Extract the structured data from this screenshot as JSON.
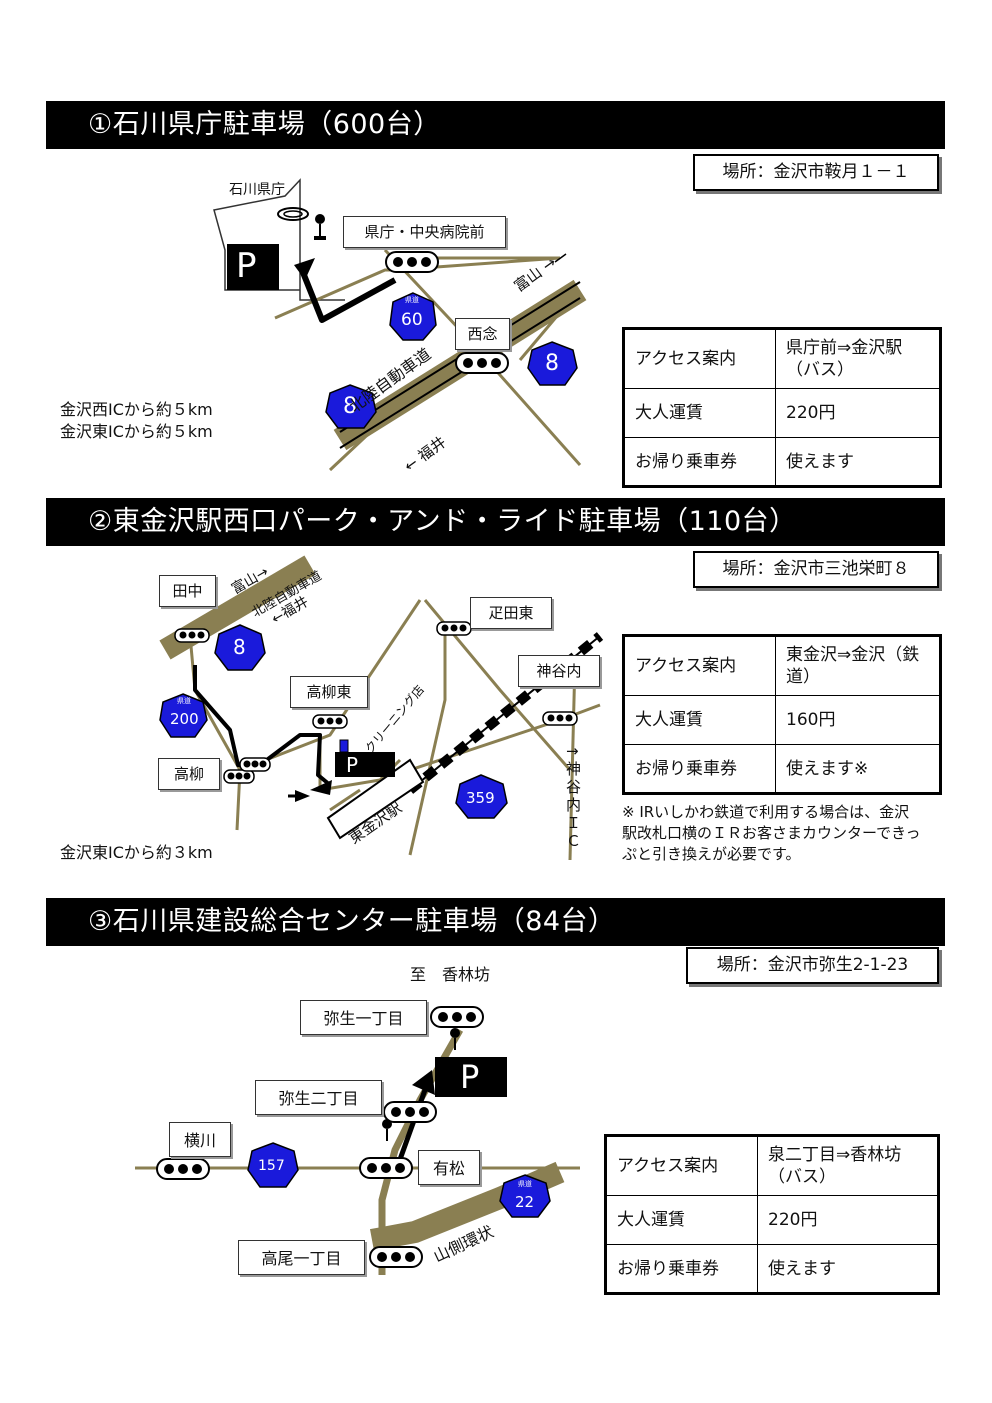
{
  "sections": [
    {
      "title": "①石川県庁駐車場（600台）",
      "address": "場所：金沢市鞍月１－１",
      "map_labels": {
        "building": "石川県庁",
        "signal_1": "県庁・中央病院前",
        "signal_2": "西念",
        "route_pref": "60",
        "route_pref_tag": "県道",
        "route_national": "8",
        "expressway": "北陸自動車道",
        "to_toyama": "富山 →",
        "to_fukui": "← 福井",
        "parking": "P"
      },
      "distance_lines": [
        "金沢西ICから約５km",
        "金沢東ICから約５km"
      ],
      "access": [
        {
          "key": "アクセス案内",
          "value": "県庁前⇒金沢駅（バス）"
        },
        {
          "key": "大人運賃",
          "value": "220円"
        },
        {
          "key": "お帰り乗車券",
          "value": "使えます"
        }
      ]
    },
    {
      "title": "②東金沢駅西口パーク・アンド・ライド駐車場（110台）",
      "address": "場所：金沢市三池栄町８",
      "map_labels": {
        "signal_tanaka": "田中",
        "signal_ashidahigashi": "疋田東",
        "signal_kamiyachi": "神谷内",
        "signal_takayanagihigashi": "高柳東",
        "signal_takayanagi": "高柳",
        "route_pref": "200",
        "route_pref_tag": "県道",
        "route_national": "8",
        "route_359": "359",
        "expressway": "北陸自動車道",
        "to_toyama": "富山→",
        "to_fukui": "←福井",
        "cleaning": "クリーニング店",
        "station": "東金沢駅",
        "ic": "→神谷内ＩＣ",
        "parking": "P"
      },
      "distance_lines": [
        "金沢東ICから約３km"
      ],
      "access": [
        {
          "key": "アクセス案内",
          "value": "東金沢⇒金沢（鉄道）"
        },
        {
          "key": "大人運賃",
          "value": "160円"
        },
        {
          "key": "お帰り乗車券",
          "value": "使えます※"
        }
      ],
      "note": "※ IRいしかわ鉄道で利用する場合は、金沢駅改札口横のＩＲお客さまカウンターできっぷと引き換えが必要です。"
    },
    {
      "title": "③石川県建設総合センター駐車場（84台）",
      "address": "場所：金沢市弥生2-1-23",
      "map_labels": {
        "to_korinbo": "至　香林坊",
        "signal_yayoi1": "弥生一丁目",
        "signal_yayoi2": "弥生二丁目",
        "signal_yokogawa": "横川",
        "signal_arimatsu": "有松",
        "signal_takao1": "高尾一丁目",
        "route_157": "157",
        "route_pref": "22",
        "route_pref_tag": "県道",
        "ring_road": "山側環状",
        "parking": "P"
      },
      "access": [
        {
          "key": "アクセス案内",
          "value": "泉二丁目⇒香林坊（バス）"
        },
        {
          "key": "大人運賃",
          "value": "220円"
        },
        {
          "key": "お帰り乗車券",
          "value": "使えます"
        }
      ]
    }
  ],
  "colors": {
    "road": "#8a7f52",
    "route_blue": "#1a1adb",
    "header_bg": "#000000"
  }
}
